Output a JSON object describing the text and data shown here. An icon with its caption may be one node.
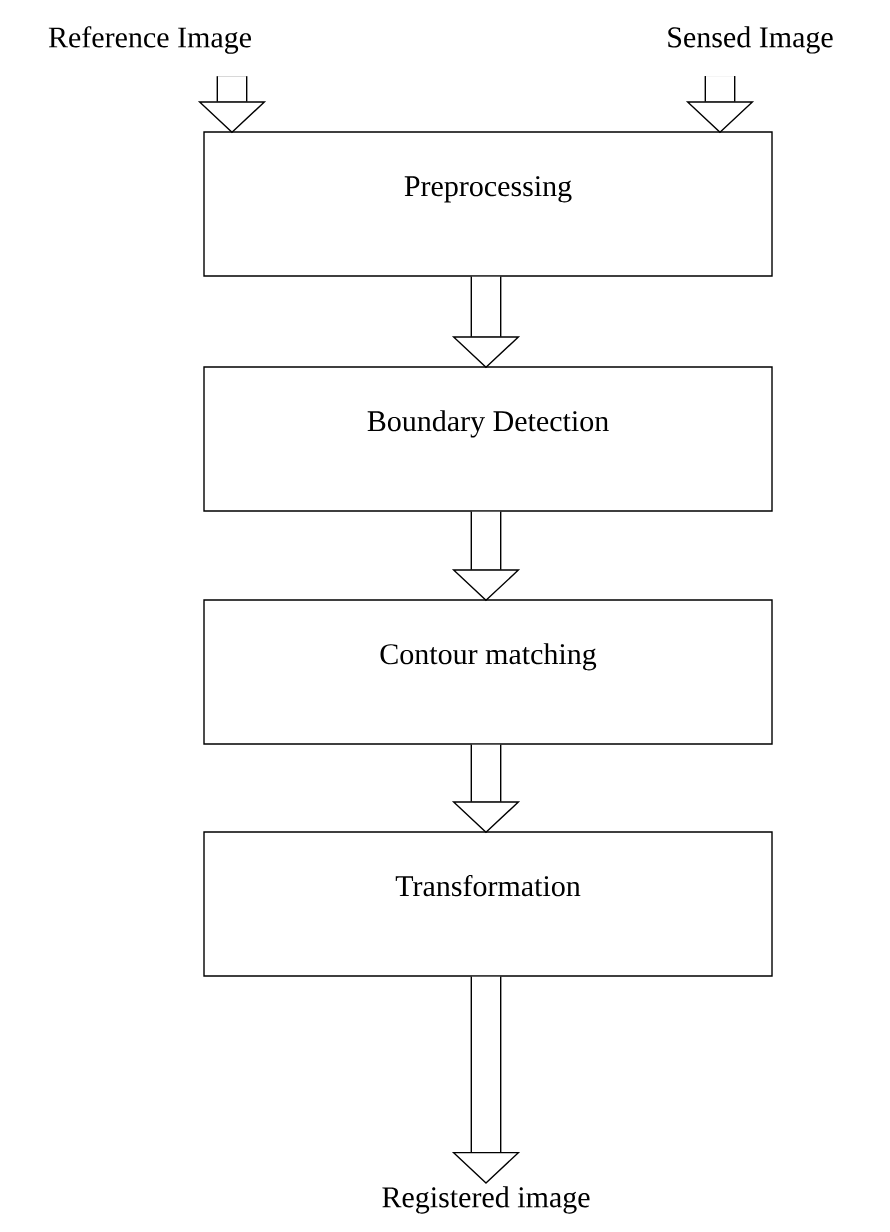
{
  "diagram": {
    "nodes": [
      {
        "text": [
          "Reference Image"
        ]
      },
      {
        "text": [
          "Sensed Image"
        ]
      },
      {
        "text": [
          "Preprocessing"
        ]
      },
      {
        "text": [
          "Boundary Detection"
        ]
      },
      {
        "text": [
          "Contour matching"
        ]
      },
      {
        "text": [
          "Transformation"
        ]
      },
      {
        "text": [
          "Registered image"
        ]
      }
    ],
    "edges": [
      {
        "from": 0,
        "to": 2,
        "arrow": "to"
      },
      {
        "from": 1,
        "to": 2,
        "arrow": "to"
      },
      {
        "from": 2,
        "to": 3,
        "arrow": "to"
      },
      {
        "from": 3,
        "to": 4,
        "arrow": "to"
      },
      {
        "from": 4,
        "to": 5,
        "arrow": "to"
      },
      {
        "from": 5,
        "to": 6,
        "arrow": "to"
      }
    ]
  }
}
